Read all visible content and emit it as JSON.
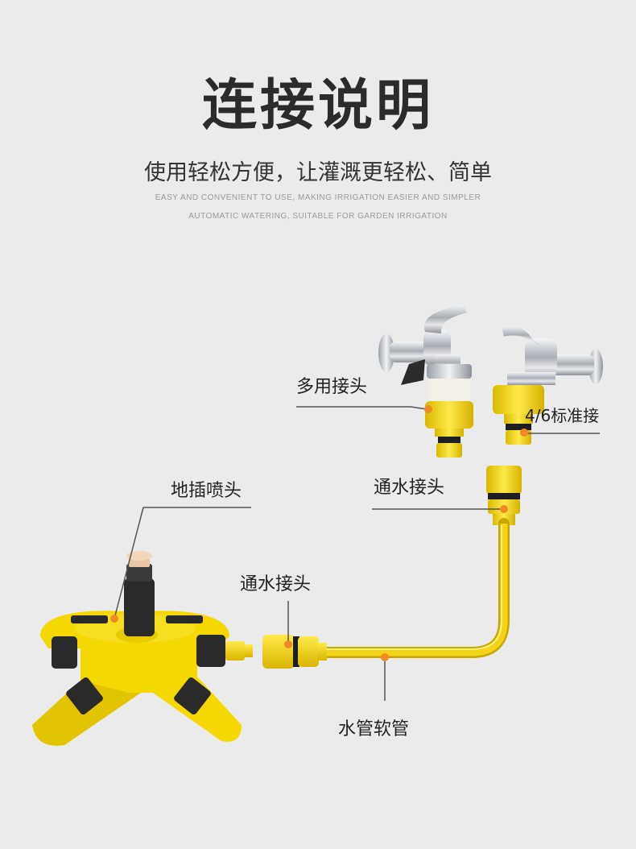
{
  "header": {
    "title": "连接说明",
    "subtitle": "使用轻松方便，让灌溉更轻松、简单",
    "en_line1": "EASY AND CONVENIENT TO USE, MAKING IRRIGATION EASIER AND SIMPLER",
    "en_line2": "AUTOMATIC WATERING, SUITABLE FOR GARDEN IRRIGATION"
  },
  "labels": {
    "multi_adapter": "多用接头",
    "standard_adapter": "4/6标准接",
    "connector_top": "通水接头",
    "ground_sprinkler": "地插喷头",
    "connector_left": "通水接头",
    "hose": "水管软管"
  },
  "colors": {
    "background": "#ebebeb",
    "accent_yellow": "#f5d800",
    "hose_yellow": "#f2c800",
    "marker_orange": "#f08a24",
    "chrome": "#c8ccd2"
  },
  "icons": [
    "faucet-icon",
    "faucet-icon",
    "multi-adapter-icon",
    "standard-adapter-icon",
    "quick-connector-icon",
    "garden-hose-icon",
    "ground-sprinkler-icon"
  ]
}
